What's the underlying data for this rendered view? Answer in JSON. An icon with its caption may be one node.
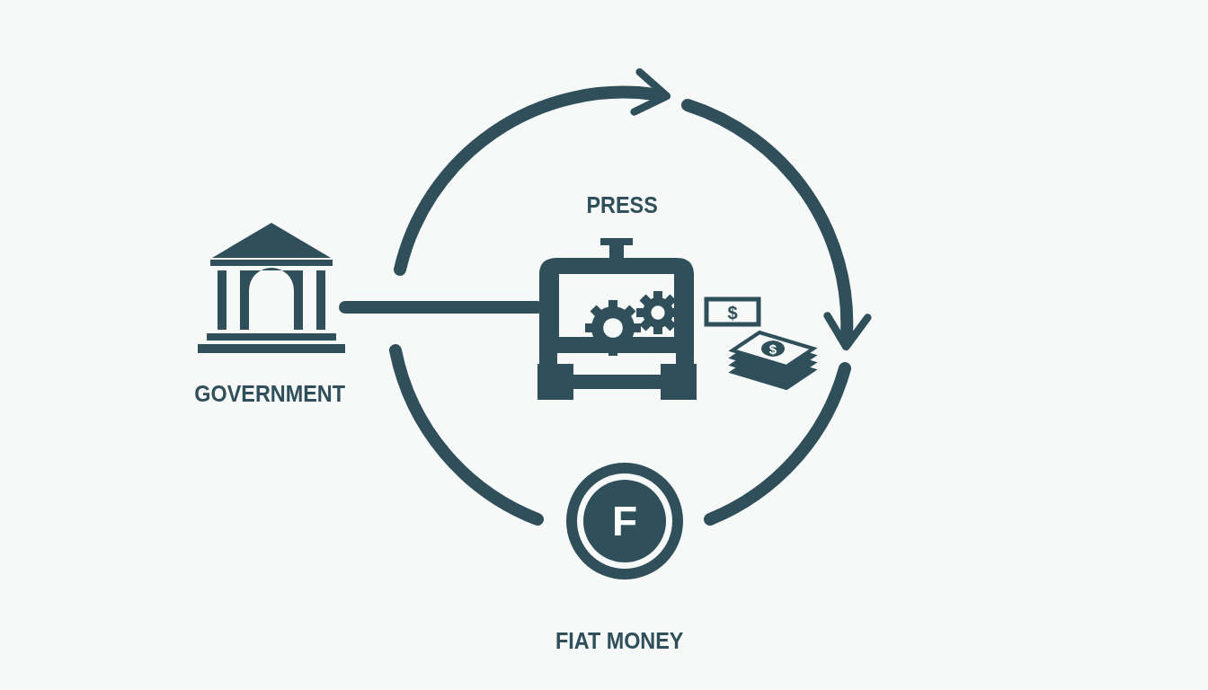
{
  "diagram": {
    "nodes": [
      {
        "text": [
          "GOVERNMENT"
        ]
      },
      {
        "text": [
          "PRESS"
        ]
      },
      {
        "text": [
          "F",
          "FIAT MONEY"
        ]
      }
    ],
    "edges": [
      {
        "from": 0,
        "to": 1,
        "arrow": "none"
      }
    ],
    "labels": [
      "$",
      "$"
    ]
  }
}
